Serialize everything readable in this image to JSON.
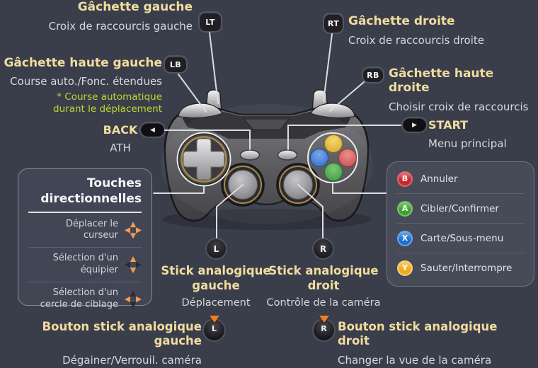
{
  "colors": {
    "background": "#3a3e4b",
    "heading_yellow": "#f1dc9f",
    "subtitle_gray": "#d7d8db",
    "note_green": "#c2d433",
    "annotation_line": "#dcdde0",
    "dpad_highlight_orange": "#f79b52",
    "panel_background": "#474b58"
  },
  "callouts": {
    "left_trigger": {
      "badge": "LT",
      "title": "Gâchette gauche",
      "subtitle": "Croix de raccourcis gauche"
    },
    "left_bumper": {
      "badge": "LB",
      "title": "Gâchette haute gauche",
      "subtitle": "Course auto./Fonc. étendues",
      "note_line1": "* Course automatique",
      "note_line2": "durant le déplacement"
    },
    "right_trigger": {
      "badge": "RT",
      "title": "Gâchette droite",
      "subtitle": "Croix de raccourcis droite"
    },
    "right_bumper": {
      "badge": "RB",
      "title": "Gâchette haute droite",
      "subtitle": "Choisir croix de raccourcis"
    },
    "back": {
      "badge": "◀",
      "title": "BACK",
      "subtitle": "ATH"
    },
    "start": {
      "badge": "▶",
      "title": "START",
      "subtitle": "Menu principal"
    },
    "left_stick": {
      "badge": "L",
      "title_line1": "Stick analogique",
      "title_line2": "gauche",
      "subtitle": "Déplacement"
    },
    "right_stick": {
      "badge": "R",
      "title_line1": "Stick analogique",
      "title_line2": "droit",
      "subtitle": "Contrôle de la caméra"
    },
    "left_stick_button": {
      "badge": "L",
      "title": "Bouton stick analogique gauche",
      "subtitle": "Dégainer/Verrouil. caméra"
    },
    "right_stick_button": {
      "badge": "R",
      "title": "Bouton stick analogique droit",
      "subtitle": "Changer la vue de la caméra"
    }
  },
  "dpad_panel": {
    "title_line1": "Touches",
    "title_line2": "directionnelles",
    "rows": [
      {
        "label": "Déplacer le curseur",
        "icon": "dpad-icon dpad-all",
        "icon_name": "dpad-all-directions-icon"
      },
      {
        "label": "Sélection d'un équipier",
        "icon": "dpad-icon dpad-vertical",
        "icon_name": "dpad-up-down-icon"
      },
      {
        "label": "Sélection d'un cercle de ciblage",
        "icon": "dpad-icon dpad-horizontal",
        "icon_name": "dpad-left-right-icon"
      }
    ]
  },
  "face_buttons_panel": {
    "rows": [
      {
        "letter": "B",
        "label": "Annuler",
        "color": "#c8262d",
        "ring": "#e0686c"
      },
      {
        "letter": "A",
        "label": "Cibler/Confirmer",
        "color": "#3ca32d",
        "ring": "#7fc272"
      },
      {
        "letter": "X",
        "label": "Carte/Sous-menu",
        "color": "#1e6fd2",
        "ring": "#6ea5e6"
      },
      {
        "letter": "Y",
        "label": "Sauter/Interrompre",
        "color": "#f0ac1e",
        "ring": "#f6d27e"
      }
    ]
  }
}
